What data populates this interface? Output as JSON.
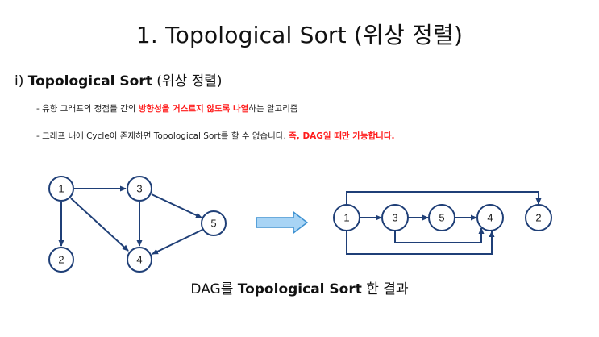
{
  "title": "1. Topological Sort (위상 정렬)",
  "subtitle": {
    "prefix": "i) ",
    "en": "Topological Sort",
    "ko": " (위상 정렬)"
  },
  "bullets": [
    {
      "pre": "- 유향 그래프의 정점들 간의 ",
      "highlight": "방향성을 거스르지 않도록 나열",
      "post": "하는 알고리즘"
    },
    {
      "pre": "- 그래프 내에 Cycle이 존재하면 Topological Sort를 할 수 없습니다. ",
      "highlight": "즉, DAG일 때만 가능합니다.",
      "post": ""
    }
  ],
  "caption": {
    "pre": "DAG를 ",
    "en": "Topological Sort",
    "post": " 한 결과"
  },
  "colors": {
    "node_stroke": "#1f3f77",
    "highlight": "#ff1a1a",
    "arrow_fill": "#a8d4f5",
    "arrow_stroke": "#3a8fd0"
  },
  "diagram": {
    "input_graph": {
      "nodes": [
        "1",
        "2",
        "3",
        "4",
        "5"
      ],
      "edges": [
        [
          "1",
          "3"
        ],
        [
          "1",
          "2"
        ],
        [
          "1",
          "4"
        ],
        [
          "3",
          "4"
        ],
        [
          "3",
          "5"
        ],
        [
          "5",
          "4"
        ]
      ]
    },
    "sorted_order": [
      "1",
      "3",
      "5",
      "4",
      "2"
    ],
    "nodes_left": {
      "n1": "1",
      "n2": "2",
      "n3": "3",
      "n4": "4",
      "n5": "5"
    },
    "nodes_right": {
      "n1": "1",
      "n3": "3",
      "n5": "5",
      "n4": "4",
      "n2": "2"
    },
    "transform_arrow": "right-arrow"
  }
}
